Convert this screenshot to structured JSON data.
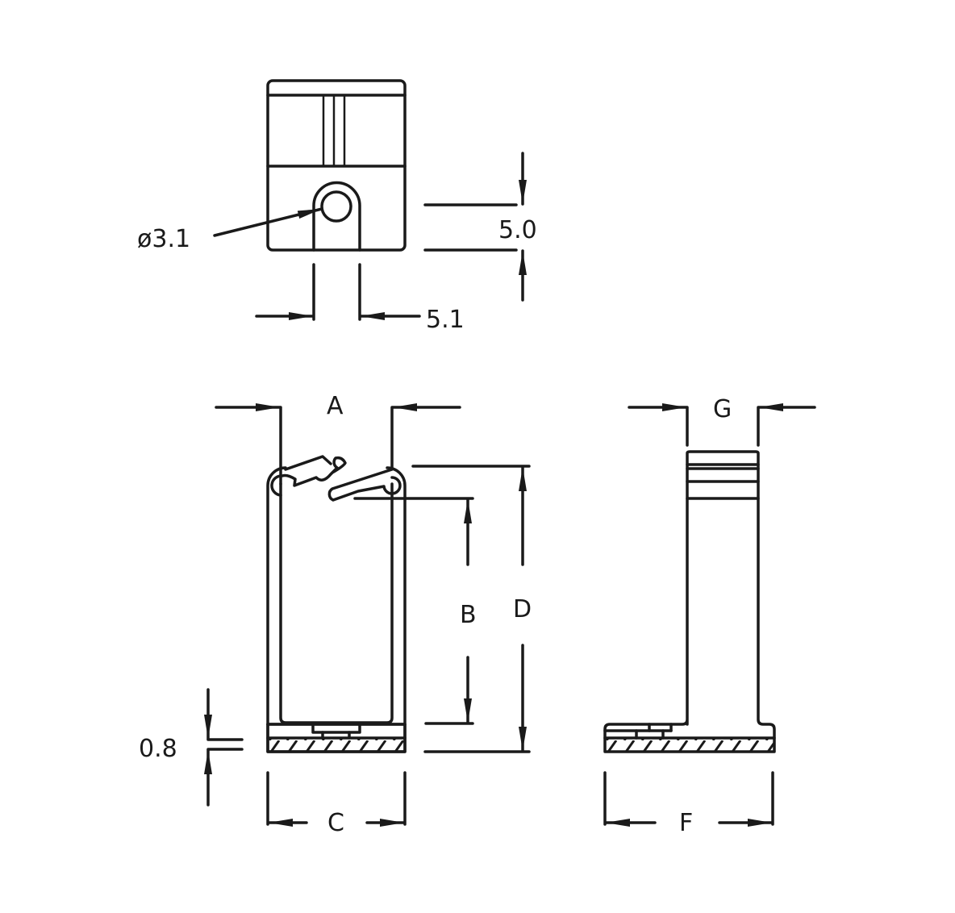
{
  "drawing": {
    "labels": {
      "diameter": "ø3.1",
      "height_5": "5.0",
      "width_5": "5.1",
      "A": "A",
      "B": "B",
      "C": "C",
      "D": "D",
      "F": "F",
      "G": "G",
      "thickness": "0.8"
    },
    "colors": {
      "line": "#1a1a1a",
      "background": "#ffffff"
    }
  }
}
